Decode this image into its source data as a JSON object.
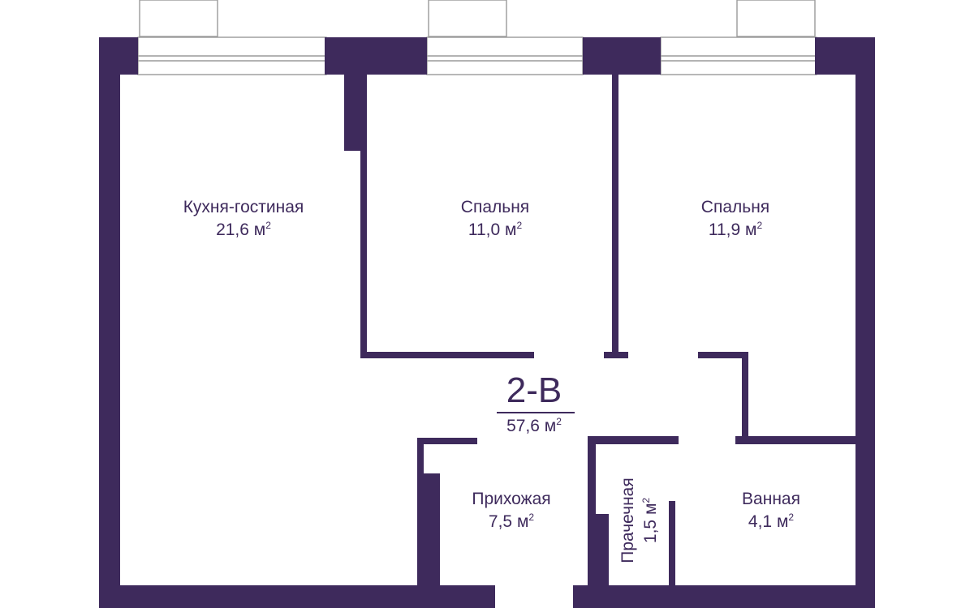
{
  "apartment": {
    "code": "2-В",
    "total_area": "57,6 м",
    "unit_sup": "2"
  },
  "rooms": [
    {
      "name": "Кухня-гостиная",
      "area": "21,6 м"
    },
    {
      "name": "Спальня",
      "area": "11,0 м"
    },
    {
      "name": "Спальня",
      "area": "11,9 м"
    },
    {
      "name": "Прихожая",
      "area": "7,5 м"
    },
    {
      "name": "Прачечная",
      "area": "1,5 м"
    },
    {
      "name": "Ванная",
      "area": "4,1 м"
    }
  ],
  "colors": {
    "wall": "#3e2a5c",
    "text": "#3e2a5c",
    "window_outline": "#9a9a9a",
    "background": "#ffffff"
  }
}
